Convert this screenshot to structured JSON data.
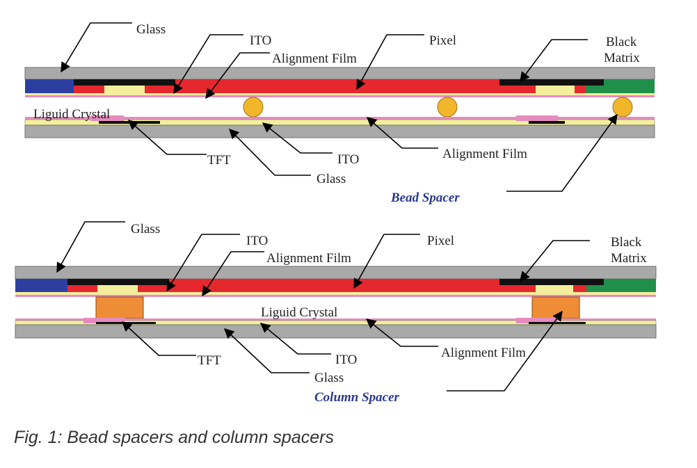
{
  "colors": {
    "glass": "#a9a9a9",
    "pixel_red": "#e5282e",
    "pixel_blue": "#2c3fa0",
    "pixel_green": "#1f8f4a",
    "black_matrix": "#111111",
    "ito_yellow": "#f3ef9c",
    "alignment_pink": "#e58cbf",
    "bead_spacer": "#f2b62a",
    "column_spacer": "#ee8d35",
    "spacer_label": "#2b3a8f"
  },
  "top": {
    "labels": {
      "glass_top": "Glass",
      "ito_top": "ITO",
      "alignment_top": "Alignment Film",
      "pixel": "Pixel",
      "black": "Black",
      "matrix": "Matrix",
      "liquid_crystal": "Liguid Crystal",
      "tft": "TFT",
      "ito_bottom": "ITO",
      "glass_bottom": "Glass",
      "alignment_bottom": "Alignment Film",
      "spacer": "Bead Spacer"
    }
  },
  "bottom": {
    "labels": {
      "glass_top": "Glass",
      "ito_top": "ITO",
      "alignment_top": "Alignment Film",
      "pixel": "Pixel",
      "black": "Black",
      "matrix": "Matrix",
      "liquid_crystal": "Liguid Crystal",
      "tft": "TFT",
      "ito_bottom": "ITO",
      "glass_bottom": "Glass",
      "alignment_bottom": "Alignment Film",
      "spacer": "Column Spacer"
    }
  },
  "caption": "Fig. 1: Bead spacers and column spacers"
}
